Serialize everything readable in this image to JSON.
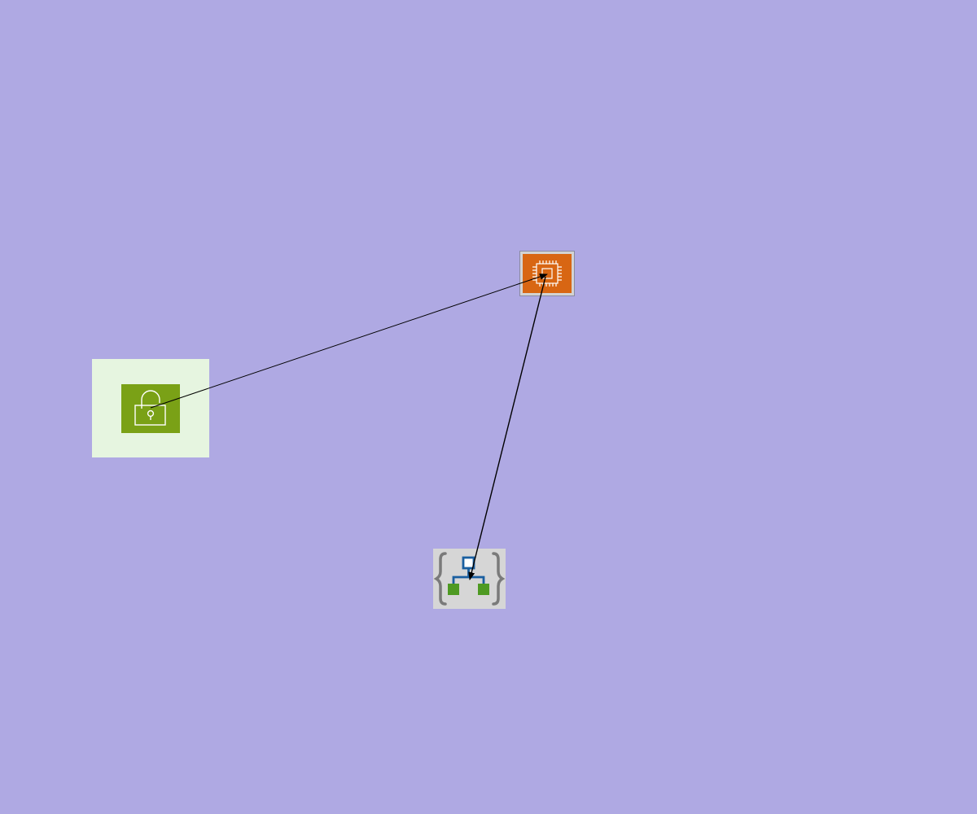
{
  "canvas": {
    "background": "#AFA9E3"
  },
  "nodes": [
    {
      "id": "lock",
      "icon": "padlock-icon",
      "container_color": "#E6F5E0",
      "tile_color": "#7AA116",
      "glyph_color": "#FFFFFF"
    },
    {
      "id": "chip",
      "icon": "processor-chip-icon",
      "container_color": "#D3D3D3",
      "tile_color": "#D86613",
      "glyph_color": "#FFFFFF"
    },
    {
      "id": "template",
      "icon": "resource-group-template-icon",
      "container_color": "#D6D6D6",
      "brace_color": "#7A7A7A",
      "tree_color": "#1A5FA0",
      "leaf_color": "#4E9A22"
    }
  ],
  "edges": [
    {
      "from": "lock",
      "to": "chip",
      "arrow": "end",
      "color": "#000000"
    },
    {
      "from": "chip",
      "to": "template",
      "arrow": "end",
      "color": "#000000"
    }
  ]
}
